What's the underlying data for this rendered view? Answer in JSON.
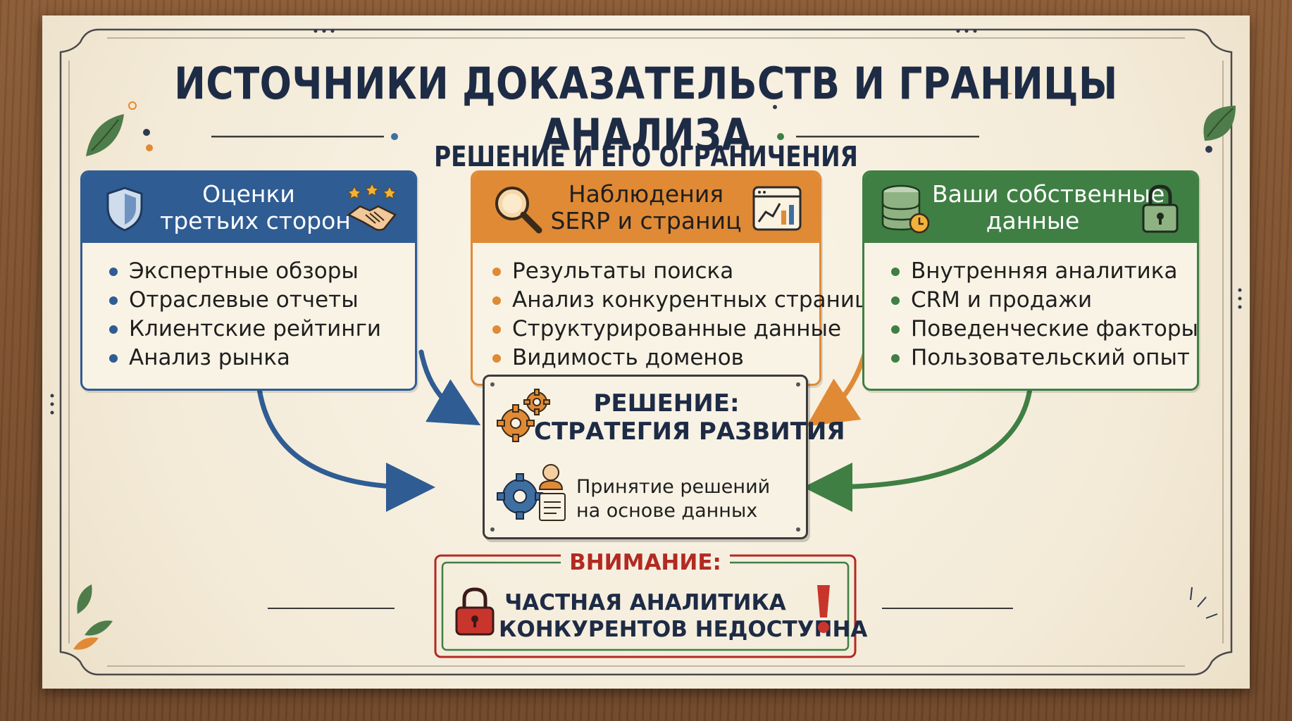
{
  "title": "ИСТОЧНИКИ ДОКАЗАТЕЛЬСТВ И ГРАНИЦЫ АНАЛИЗА",
  "subtitle": "РЕШЕНИЕ И ЕГО ОГРАНИЧЕНИЯ",
  "colors": {
    "blue": "#2f5c93",
    "orange": "#e08a35",
    "green": "#3f7f44",
    "red": "#b22a22",
    "navy": "#1d2b45"
  },
  "cards": [
    {
      "title_lines": [
        "Оценки",
        "третьих сторон"
      ],
      "icons": [
        "shield-icon",
        "handshake-stars-icon"
      ],
      "items": [
        "Экспертные обзоры",
        "Отраслевые отчеты",
        "Клиентские рейтинги",
        "Анализ рынка"
      ]
    },
    {
      "title_lines": [
        "Наблюдения",
        "SERP и страниц"
      ],
      "icons": [
        "magnifier-icon",
        "browser-chart-icon"
      ],
      "items": [
        "Результаты поиска",
        "Анализ конкурентных страниц",
        "Структурированные данные",
        "Видимость доменов"
      ]
    },
    {
      "title_lines": [
        "Ваши собственные",
        "данные"
      ],
      "icons": [
        "database-icon",
        "padlock-icon"
      ],
      "items": [
        "Внутренняя аналитика",
        "CRM и продажи",
        "Поведенческие факторы",
        "Пользовательский опыт"
      ]
    }
  ],
  "decision": {
    "title_lines": [
      "РЕШЕНИЕ:",
      "СТРАТЕГИЯ РАЗВИТИЯ"
    ],
    "sub_lines": [
      "Принятие решений",
      "на основе данных"
    ],
    "icons": [
      "gears-icon",
      "gear-user-icon"
    ]
  },
  "warning": {
    "label": "ВНИМАНИЕ:",
    "lines": [
      "ЧАСТНАЯ АНАЛИТИКА",
      "КОНКУРЕНТОВ НЕДОСТУПНА"
    ],
    "icons": [
      "red-padlock-icon",
      "exclamation-icon"
    ]
  }
}
